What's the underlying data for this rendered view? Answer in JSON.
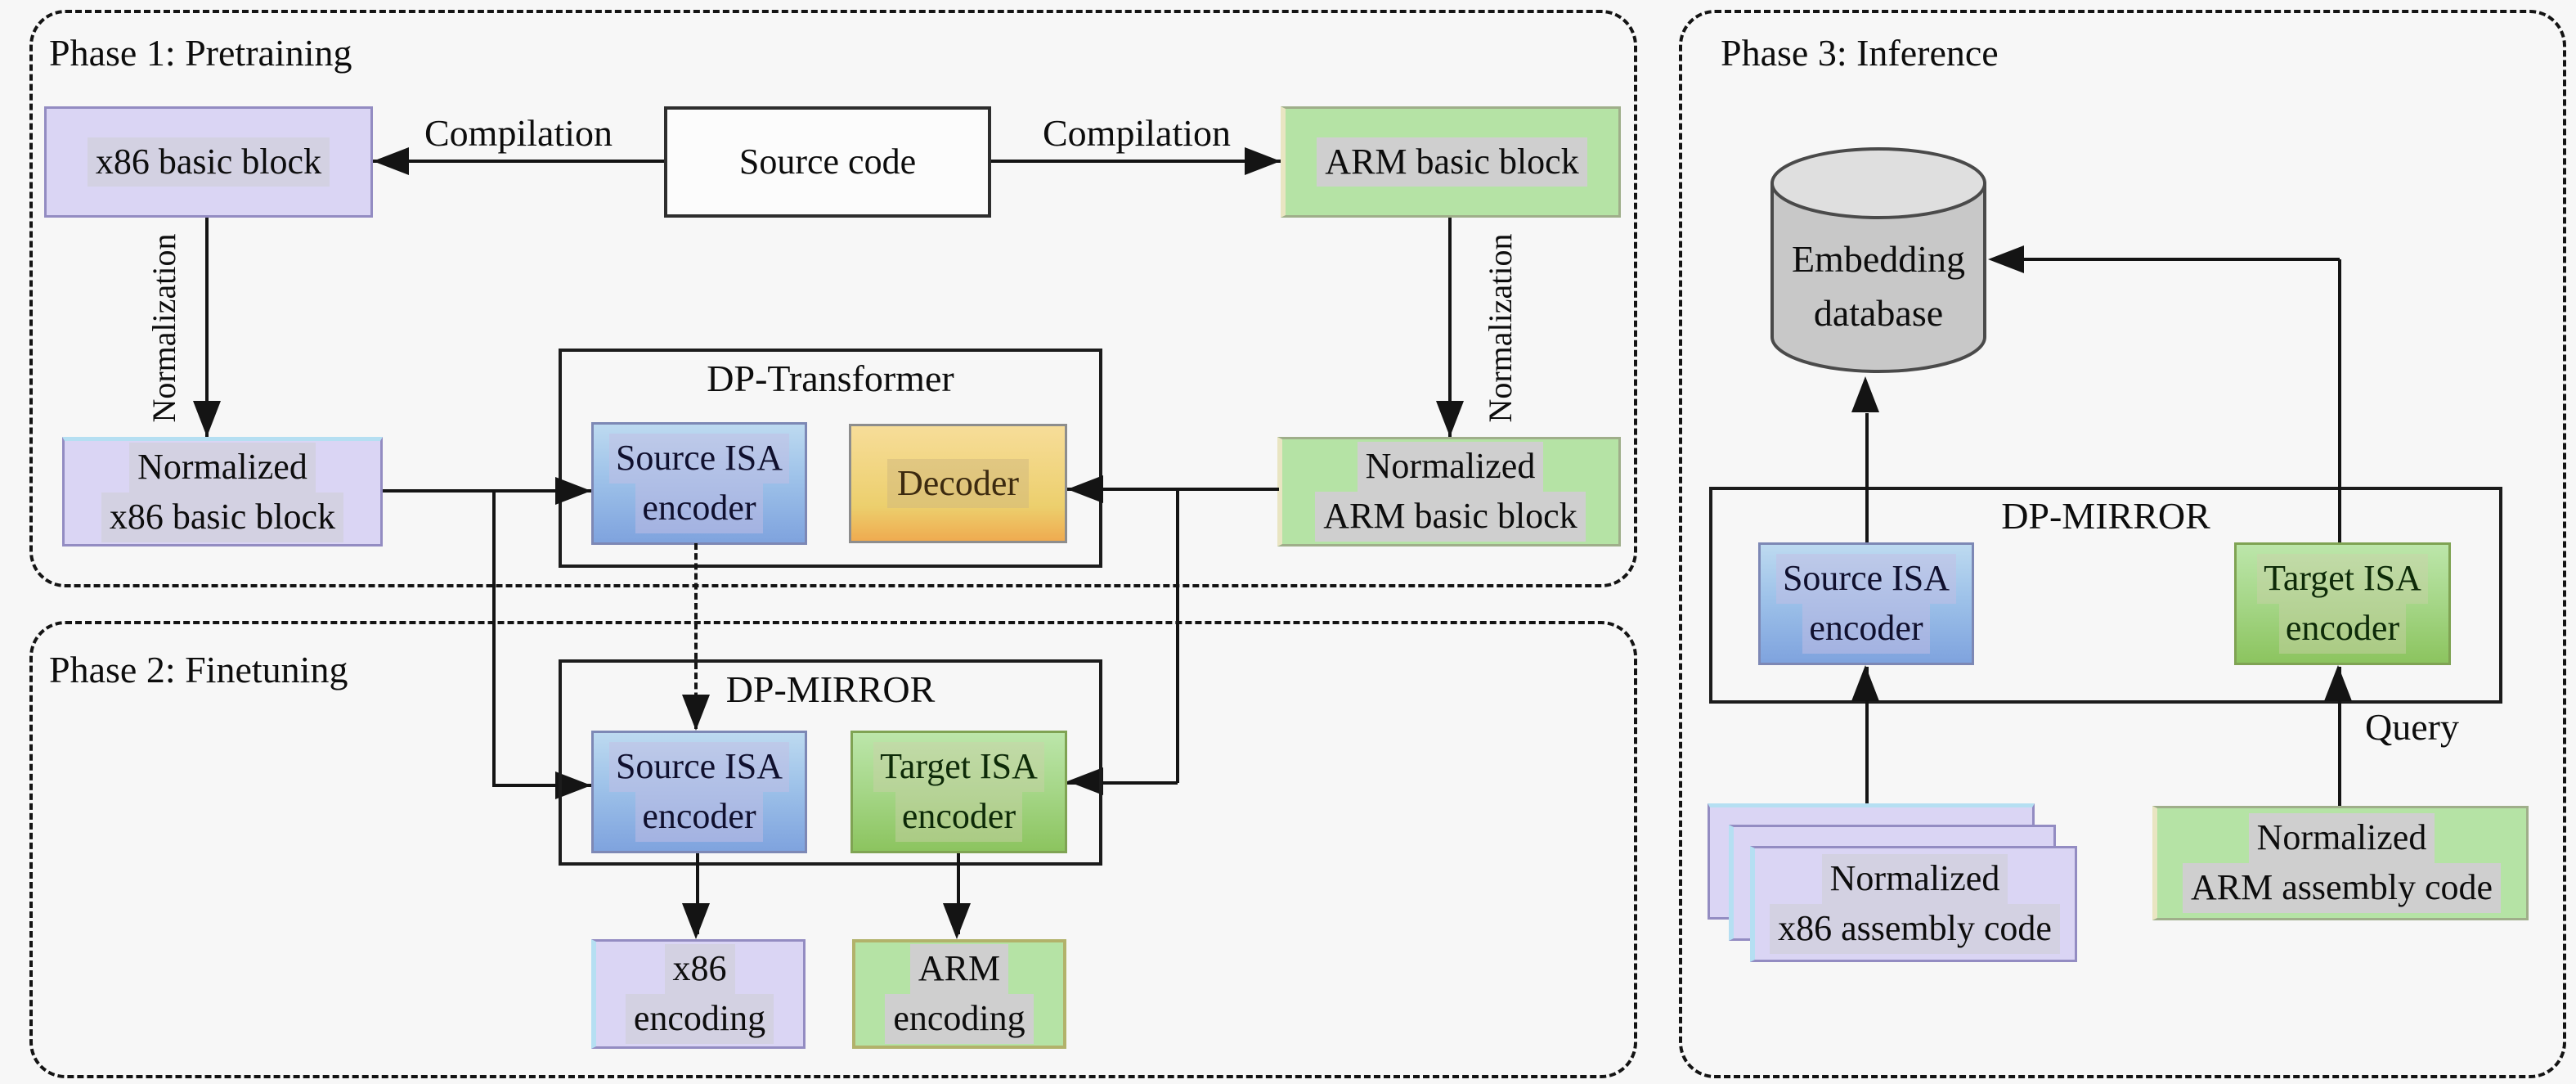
{
  "colors": {
    "background": "#f7f7f7",
    "lavender_box": "#dad5f4",
    "green_box": "#b5e3a5",
    "blue_encoder_top": "#bddaf0",
    "blue_encoder_bottom": "#7fa3de",
    "green_encoder_top": "#bce6aa",
    "green_encoder_bottom": "#8cc45f",
    "decoder_top": "#f7dd99",
    "decoder_bottom": "#efab50",
    "cylinder_body": "#c8c8c8",
    "cylinder_top": "#dfdfdf",
    "line": "#141414",
    "text_highlight": "#cfcfcf"
  },
  "phase1": {
    "label": "Phase 1: Pretraining",
    "x86_basic_block": "x86 basic block",
    "source_code": "Source code",
    "arm_basic_block": "ARM basic block",
    "compilation_left": "Compilation",
    "compilation_right": "Compilation",
    "normalization_left": "Normalization",
    "normalization_right": "Normalization",
    "normalized_x86": {
      "lines": [
        "Normalized",
        "x86 basic block"
      ]
    },
    "normalized_arm": {
      "lines": [
        "Normalized",
        "ARM basic block"
      ]
    },
    "dp_transformer": {
      "title": "DP-Transformer",
      "source_encoder": {
        "lines": [
          "Source ISA",
          "encoder"
        ]
      },
      "decoder": "Decoder"
    }
  },
  "phase2": {
    "label": "Phase 2: Finetuning",
    "dp_mirror": {
      "title": "DP-MIRROR",
      "source_encoder": {
        "lines": [
          "Source ISA",
          "encoder"
        ]
      },
      "target_encoder": {
        "lines": [
          "Target ISA",
          "encoder"
        ]
      }
    },
    "x86_encoding": {
      "lines": [
        "x86",
        "encoding"
      ]
    },
    "arm_encoding": {
      "lines": [
        "ARM",
        "encoding"
      ]
    }
  },
  "phase3": {
    "label": "Phase 3: Inference",
    "embedding_database": {
      "lines": [
        "Embedding",
        "database"
      ]
    },
    "dp_mirror": {
      "title": "DP-MIRROR",
      "source_encoder": {
        "lines": [
          "Source ISA",
          "encoder"
        ]
      },
      "target_encoder": {
        "lines": [
          "Target ISA",
          "encoder"
        ]
      }
    },
    "query": "Query",
    "x86_assembly": {
      "lines": [
        "Normalized",
        "x86 assembly code"
      ]
    },
    "arm_assembly": {
      "lines": [
        "Normalized",
        "ARM assembly code"
      ]
    }
  }
}
